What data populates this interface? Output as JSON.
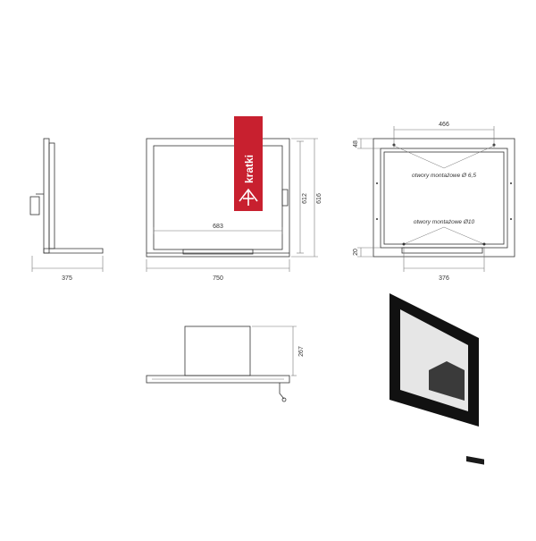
{
  "brand": {
    "name": "kratki",
    "color": "#c8202f"
  },
  "colors": {
    "line": "#333333",
    "dim": "#777777",
    "frame": "#111111",
    "glass": "#e8e8e8"
  },
  "side_view": {
    "width_label": "375"
  },
  "front_view": {
    "width_label": "750",
    "inner_width_label": "683",
    "height_label": "616",
    "inner_height_label": "612"
  },
  "back_view": {
    "top_width_label": "466",
    "bottom_width_label": "376",
    "top_offset_label": "48",
    "bottom_offset_label": "20",
    "note_holes_small": "otwory montażowe Ø 6,5",
    "note_holes_large": "otwory montażowe Ø10"
  },
  "top_view": {
    "depth_label": "267"
  }
}
